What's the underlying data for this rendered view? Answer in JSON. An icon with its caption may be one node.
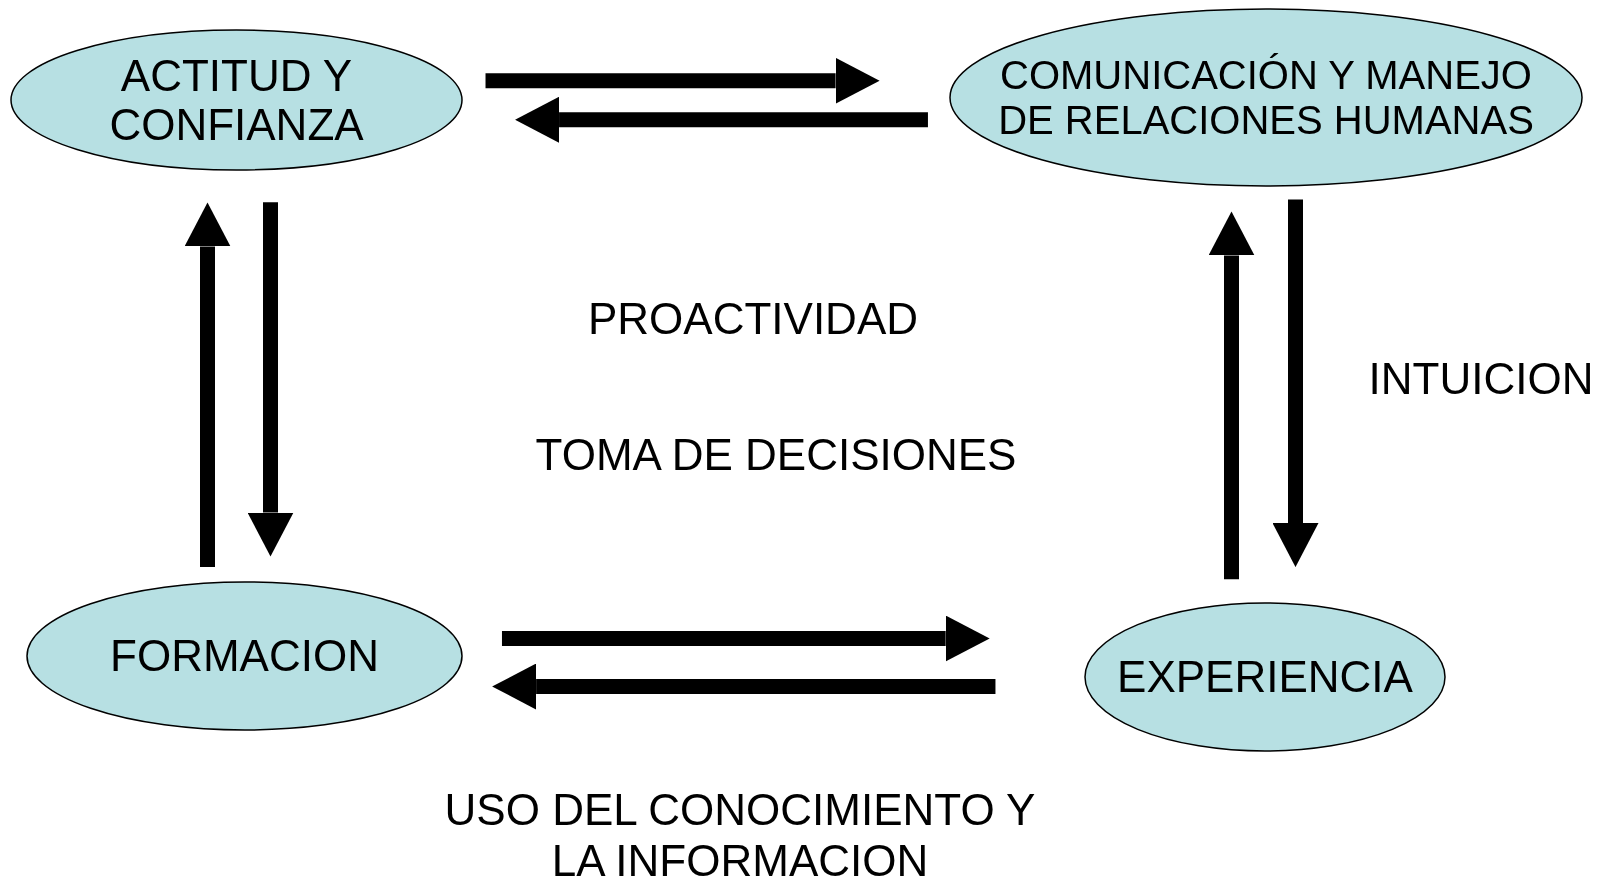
{
  "diagram": {
    "nodes": [
      {
        "text": [
          "ACTITUD Y CONFIANZA"
        ]
      },
      {
        "text": [
          "COMUNICACIÓN Y MANEJO DE RELACIONES HUMANAS"
        ]
      },
      {
        "text": [
          "FORMACION"
        ]
      },
      {
        "text": [
          "EXPERIENCIA"
        ]
      }
    ],
    "edges": [
      {
        "from": 0,
        "to": 1,
        "arrow": "to"
      },
      {
        "from": 1,
        "to": 0,
        "arrow": "to"
      },
      {
        "from": 2,
        "to": 0,
        "arrow": "to"
      },
      {
        "from": 0,
        "to": 2,
        "arrow": "to"
      },
      {
        "from": 2,
        "to": 3,
        "arrow": "to"
      },
      {
        "from": 3,
        "to": 2,
        "arrow": "to"
      },
      {
        "from": 3,
        "to": 1,
        "arrow": "to"
      },
      {
        "from": 1,
        "to": 3,
        "arrow": "to"
      }
    ],
    "labels": [
      "PROACTIVIDAD",
      "INTUICION",
      "TOMA DE DECISIONES",
      "USO DEL CONOCIMIENTO Y LA INFORMACION"
    ]
  }
}
